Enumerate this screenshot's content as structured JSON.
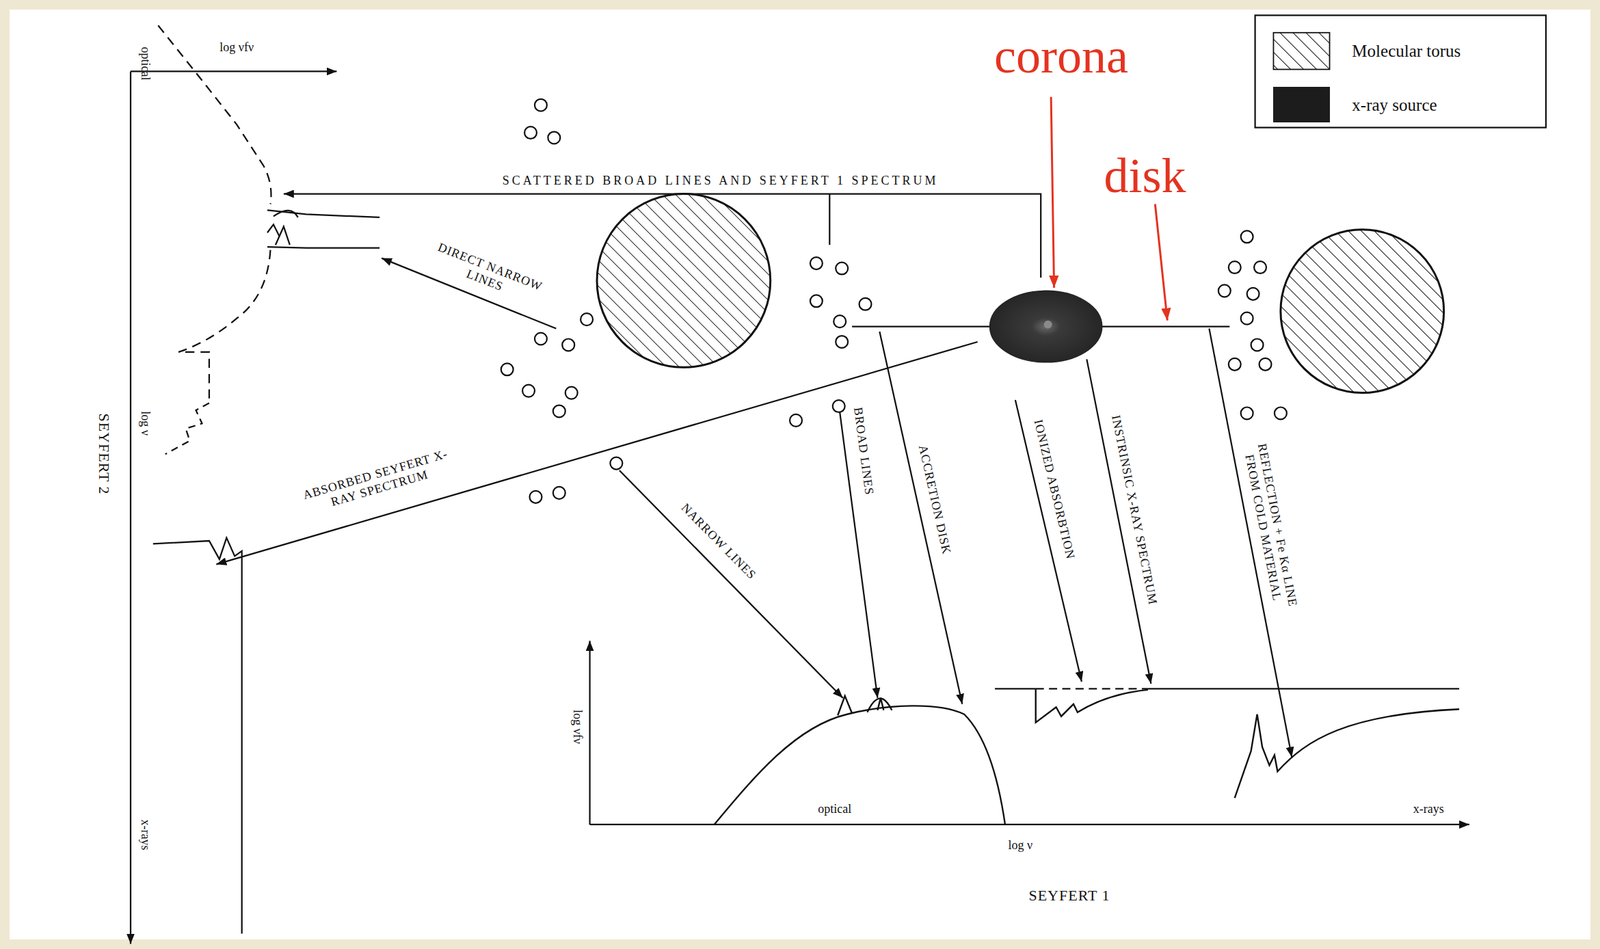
{
  "diagram": {
    "labels": [
      "log νfν",
      "optical",
      "SEYFERT 2",
      "log ν",
      "x-rays",
      "corona",
      "disk",
      "SCATTERED BROAD LINES AND SEYFERT 1 SPECTRUM",
      "DIRECT NARROW LINES",
      "ABSORBED SEYFERT X-RAY SPECTRUM",
      "BROAD LINES",
      "ACCRETION DISK",
      "IONIZED ABSORBTION",
      "INSTRINSIC X-RAY SPECTRUM",
      "REFLECTION + Fe Kα LINE FROM COLD MATERIAL",
      "NARROW LINES",
      "log νfν",
      "optical",
      "x-rays",
      "log ν",
      "SEYFERT 1"
    ],
    "legend": [
      {
        "text": "Molecular torus"
      },
      {
        "text": "x-ray source",
        "color": "#1c1c1c"
      }
    ]
  }
}
